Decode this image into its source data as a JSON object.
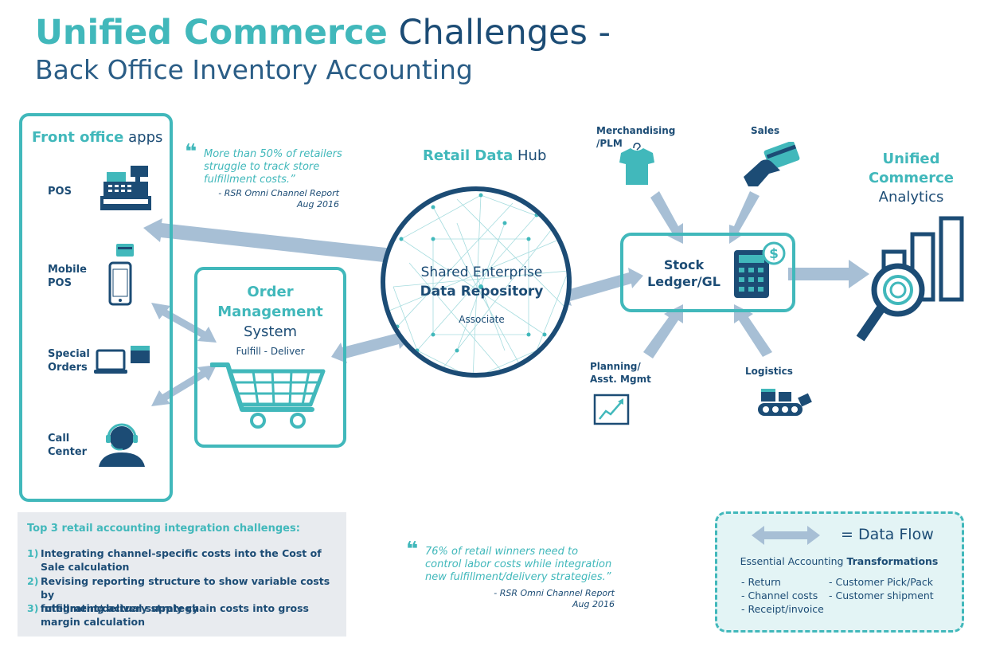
{
  "title": {
    "bold": "Unified Commerce",
    "rest": "Challenges -",
    "subtitle": "Back Office Inventory Accounting"
  },
  "front_office": {
    "title_bold": "Front office",
    "title_rest": "apps",
    "apps": [
      {
        "label": "POS",
        "icon": "cash-register-icon"
      },
      {
        "label": "Mobile\nPOS",
        "icon": "mobile-pos-icon"
      },
      {
        "label": "Special\nOrders",
        "icon": "laptop-package-icon"
      },
      {
        "label": "Call\nCenter",
        "icon": "headset-agent-icon"
      }
    ]
  },
  "quote_top": {
    "text": "More than 50% of retailers struggle to track store fulfillment costs.”",
    "source1": "- RSR Omni Channel Report",
    "source2": "Aug 2016"
  },
  "hub": {
    "title_bold": "Retail Data",
    "title_rest": "Hub",
    "line1": "Shared Enterprise",
    "line2": "Data Repository",
    "line3": "Associate"
  },
  "oms": {
    "line1": "Order",
    "line2": "Management",
    "line3": "System",
    "line4": "Fulfill - Deliver"
  },
  "ledger": {
    "line1": "Stock",
    "line2": "Ledger/GL"
  },
  "sources": {
    "merch1": "Merchandising",
    "merch2": "/PLM",
    "sales": "Sales",
    "planning1": "Planning/",
    "planning2": "Asst. Mgmt",
    "logistics": "Logistics"
  },
  "analytics": {
    "line1": "Unified",
    "line2": "Commerce",
    "line3": "Analytics"
  },
  "challenges": {
    "title": "Top 3 retail accounting integration challenges:",
    "items": [
      {
        "num": "1)",
        "line1": "Integrating channel-specific costs into the Cost of",
        "line2": "Sale calculation"
      },
      {
        "num": "2)",
        "line1": "Revising reporting structure to show variable costs by",
        "line2": "fulfillment/delivery strategy"
      },
      {
        "num": "3)",
        "line1": "Integrating actual supply chain costs into gross",
        "line2": "margin calculation"
      }
    ]
  },
  "quote_bottom": {
    "text": "76% of retail winners need to control labor costs while integration new fulfillment/delivery strategies.”",
    "source1": "- RSR Omni Channel Report",
    "source2": "Aug 2016"
  },
  "legend": {
    "flow": "= Data Flow",
    "essential": "Essential Accounting",
    "transformations": "Transformations",
    "items_left": [
      "- Return",
      "- Channel costs",
      "- Receipt/invoice"
    ],
    "items_right": [
      "- Customer Pick/Pack",
      "- Customer shipment"
    ]
  },
  "colors": {
    "teal": "#41b8bb",
    "navy": "#1c4c75",
    "arrow": "#a7bfd5",
    "panel_gray": "#e8ebef",
    "legend_fill": "#e3f4f5"
  }
}
